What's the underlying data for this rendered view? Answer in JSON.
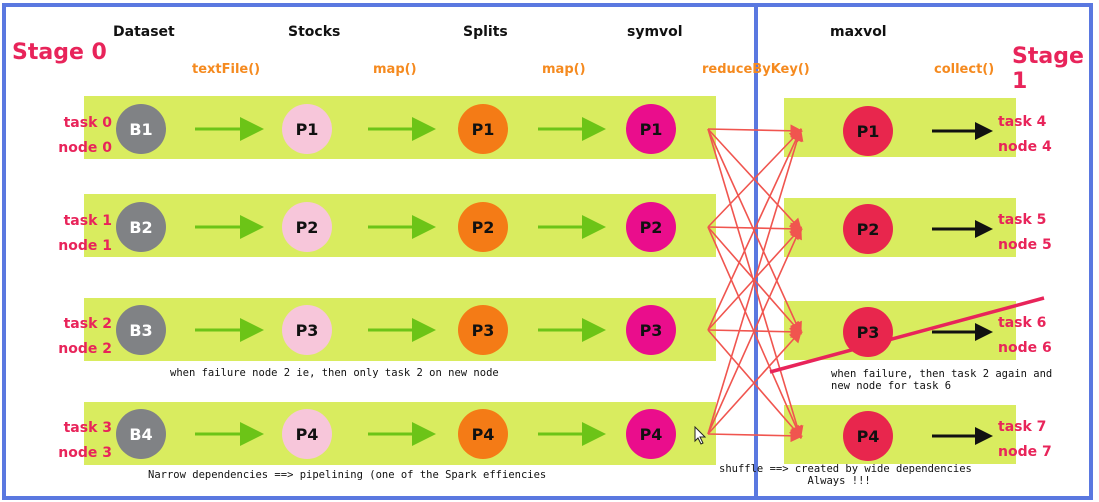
{
  "stages": [
    {
      "label": "Stage 0"
    },
    {
      "label": "Stage 1"
    }
  ],
  "columns": [
    "Dataset",
    "Stocks",
    "Splits",
    "symvol",
    "maxvol"
  ],
  "operations": [
    "textFile()",
    "map()",
    "map()",
    "reduceByKey()",
    "collect()"
  ],
  "rows": [
    {
      "task": "task 0",
      "node": "node 0",
      "nodes": [
        "B1",
        "P1",
        "P1",
        "P1"
      ],
      "out_node": "P1",
      "out_task": "task 4",
      "out_node_label": "node 4"
    },
    {
      "task": "task 1",
      "node": "node 1",
      "nodes": [
        "B2",
        "P2",
        "P2",
        "P2"
      ],
      "out_node": "P2",
      "out_task": "task 5",
      "out_node_label": "node 5"
    },
    {
      "task": "task 2",
      "node": "node 2",
      "nodes": [
        "B3",
        "P3",
        "P3",
        "P3"
      ],
      "out_node": "P3",
      "out_task": "task 6",
      "out_node_label": "node 6"
    },
    {
      "task": "task 3",
      "node": "node 3",
      "nodes": [
        "B4",
        "P4",
        "P4",
        "P4"
      ],
      "out_node": "P4",
      "out_task": "task 7",
      "out_node_label": "node 7"
    }
  ],
  "notes": {
    "failure_left": "when failure node 2 ie, then only task 2 on new node",
    "failure_right": "when failure, then task 2 again and\nnew node for task 6",
    "narrow": "Narrow dependencies ==> pipelining (one of the Spark effiencies",
    "shuffle": "shuffle ==> created by wide dependencies\n              Always !!!"
  },
  "colors": {
    "stage_border": "#5a78e0",
    "band": "#d9ec5f",
    "label_red": "#e8245a",
    "op_orange": "#f58a1f",
    "arrow_green": "#6cc417",
    "shuffle_line": "#f0554f",
    "node_gray": "#808285",
    "node_pink": "#f7c6da",
    "node_orange": "#f47b16",
    "node_magenta": "#ea0d8c",
    "node_red": "#e8264d"
  }
}
